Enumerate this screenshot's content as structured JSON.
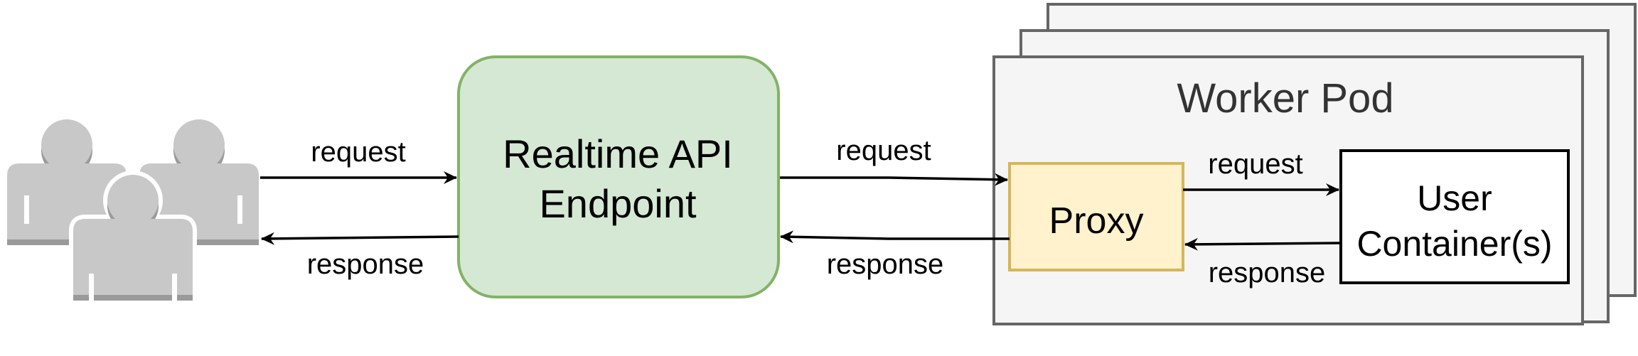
{
  "diagram": {
    "users_icon": "users-group-icon",
    "api_endpoint": {
      "line1": "Realtime API",
      "line2": "Endpoint"
    },
    "worker_pod": {
      "title": "Worker Pod"
    },
    "proxy": {
      "label": "Proxy"
    },
    "user_container": {
      "line1": "User",
      "line2": "Container(s)"
    },
    "edges": {
      "users_to_api": "request",
      "api_to_users": "response",
      "api_to_proxy": "request",
      "proxy_to_api": "response",
      "proxy_to_container": "request",
      "container_to_proxy": "response"
    },
    "colors": {
      "users_fill": "#c8c8c8",
      "users_shadow": "#9a9a9a",
      "api_fill": "#d5e8d4",
      "api_stroke": "#82b366",
      "pod_fill": "#f5f5f5",
      "pod_stroke": "#666666",
      "proxy_fill": "#fff2cc",
      "proxy_stroke": "#d6b656",
      "container_fill": "#ffffff",
      "container_stroke": "#000000"
    }
  }
}
